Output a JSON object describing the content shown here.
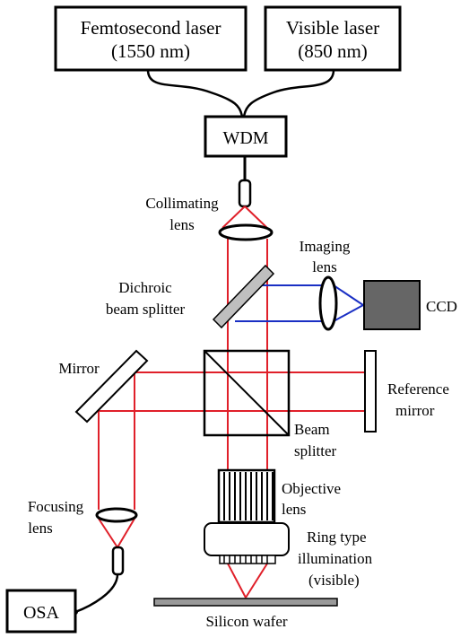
{
  "boxes": {
    "femtosecond_laser": {
      "line1": "Femtosecond laser",
      "line2": "(1550 nm)"
    },
    "visible_laser": {
      "line1": "Visible laser",
      "line2": "(850 nm)"
    },
    "wdm": "WDM",
    "osa": "OSA",
    "ccd": "CCD"
  },
  "labels": {
    "collimating_lens": {
      "line1": "Collimating",
      "line2": "lens"
    },
    "imaging_lens": {
      "line1": "Imaging",
      "line2": "lens"
    },
    "dichroic_beam_splitter": {
      "line1": "Dichroic",
      "line2": "beam splitter"
    },
    "mirror": "Mirror",
    "reference_mirror": {
      "line1": "Reference",
      "line2": "mirror"
    },
    "beam_splitter": {
      "line1": "Beam",
      "line2": "splitter"
    },
    "objective_lens": {
      "line1": "Objective",
      "line2": "lens"
    },
    "ring_illumination": {
      "line1": "Ring type",
      "line2": "illumination",
      "line3": "(visible)"
    },
    "focusing_lens": {
      "line1": "Focusing",
      "line2": "lens"
    },
    "silicon_wafer": "Silicon wafer"
  },
  "colors": {
    "ir_beam": "#e0202a",
    "visible_beam": "#1a2fc4",
    "ccd_fill": "#666666",
    "lens_fill": "#bfbfbf"
  }
}
